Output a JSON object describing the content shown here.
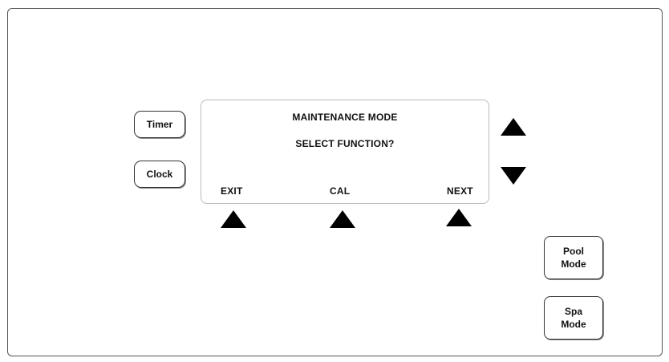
{
  "display": {
    "line1": "MAINTENANCE MODE",
    "line2": "SELECT FUNCTION?",
    "softkeys": {
      "left": "EXIT",
      "center": "CAL",
      "right": "NEXT"
    }
  },
  "buttons": {
    "timer": "Timer",
    "clock": "Clock",
    "pool_mode_line1": "Pool",
    "pool_mode_line2": "Mode",
    "spa_mode_line1": "Spa",
    "spa_mode_line2": "Mode"
  },
  "icons": {
    "softkey_left": "triangle-up-icon",
    "softkey_center": "triangle-up-icon",
    "softkey_right": "triangle-up-icon",
    "arrow_up": "triangle-up-icon",
    "arrow_down": "triangle-down-icon"
  }
}
